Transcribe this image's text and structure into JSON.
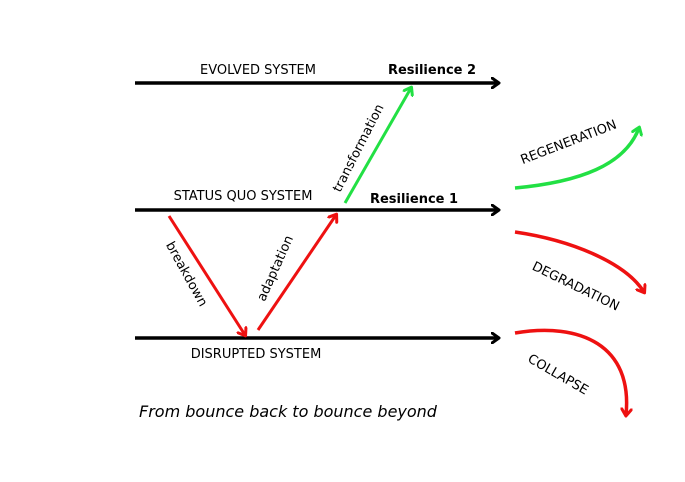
{
  "diagram": {
    "levels": {
      "evolved": "EVOLVED SYSTEM",
      "status_quo": "STATUS QUO SYSTEM",
      "disrupted": "DISRUPTED SYSTEM"
    },
    "resilience": {
      "level2": "Resilience 2",
      "level1": "Resilience 1"
    },
    "transitions": {
      "breakdown": "breakdown",
      "adaptation": "adaptation",
      "transformation": "transformation"
    },
    "outcomes": {
      "regeneration": "REGENERATION",
      "degradation": "DEGRADATION",
      "collapse": "COLLAPSE"
    },
    "caption": "From bounce back to bounce beyond"
  },
  "colors": {
    "line": "#000000",
    "negative": "#ee1111",
    "positive": "#22e044"
  }
}
